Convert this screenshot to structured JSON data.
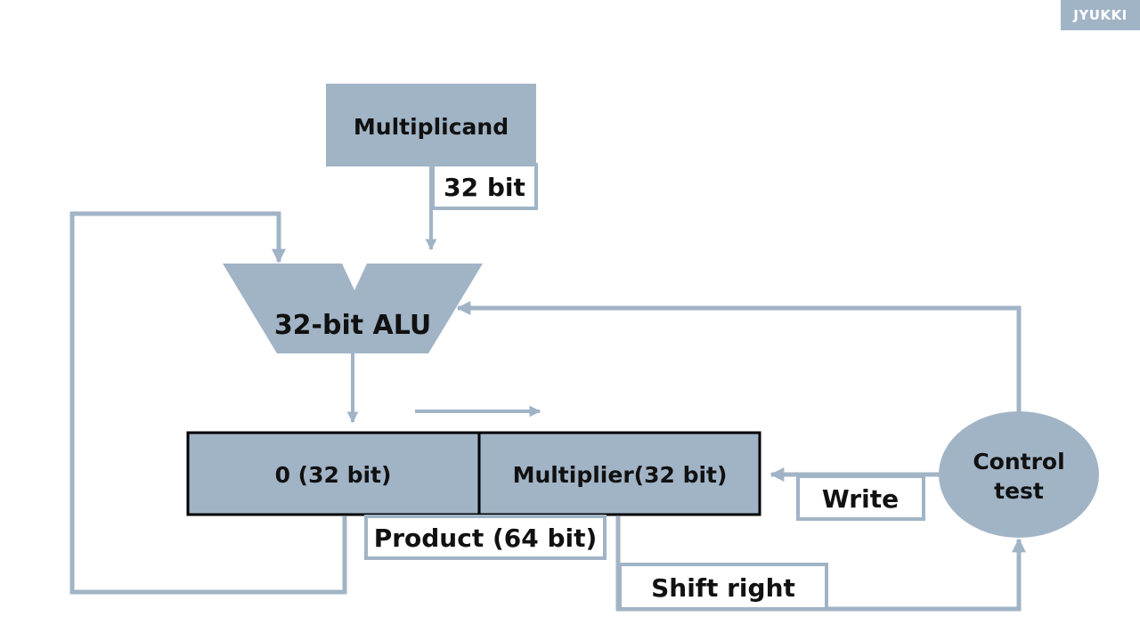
{
  "badge": {
    "label": "JYUKKI"
  },
  "multiplicand": {
    "label": "Multiplicand",
    "width_label": "32 bit"
  },
  "alu": {
    "label": "32-bit ALU"
  },
  "product_register": {
    "left_label": "0 (32 bit)",
    "right_label": "Multiplier(32 bit)",
    "caption": "Product (64 bit)"
  },
  "control": {
    "line1": "Control",
    "line2": "test"
  },
  "signals": {
    "write": "Write",
    "shift_right": "Shift right"
  },
  "colors": {
    "block_fill": "#a1b4c6",
    "line": "#a1b4c6",
    "register_border": "#000000",
    "text": "#111111"
  }
}
